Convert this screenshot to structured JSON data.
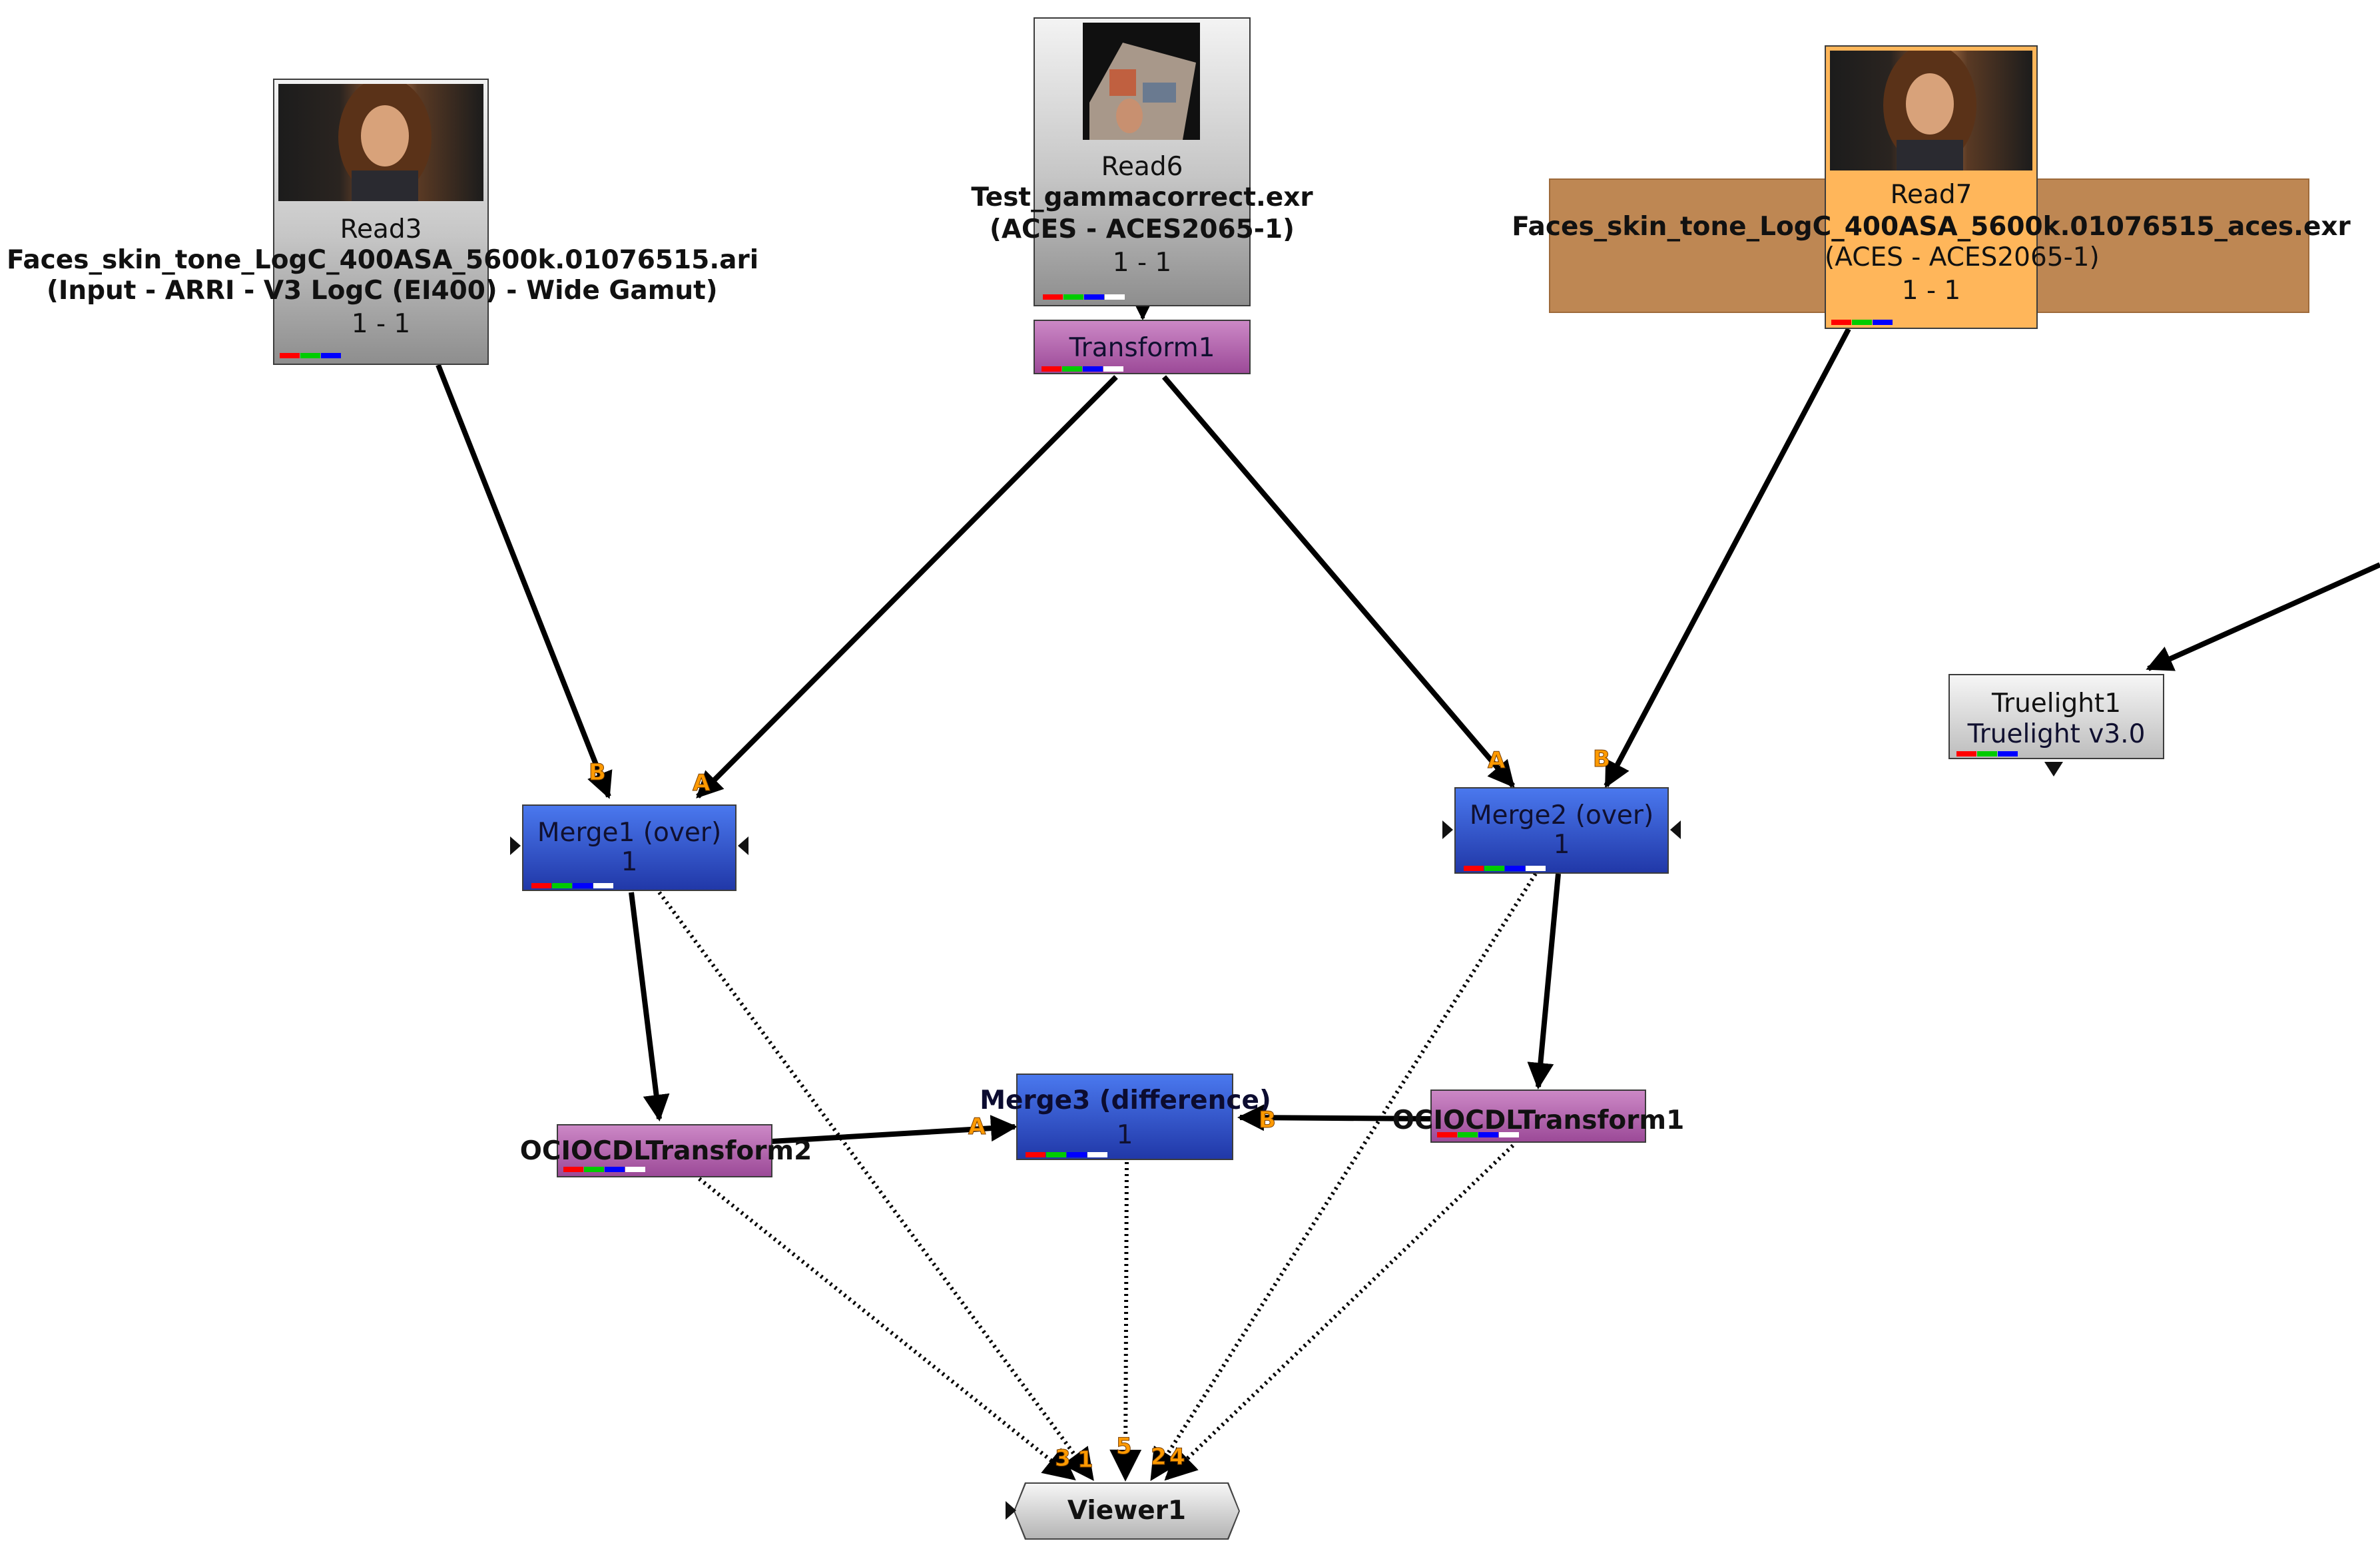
{
  "nodes": {
    "read3": {
      "name": "Read3",
      "file": "Faces_skin_tone_LogC_400ASA_5600k.01076515.ari",
      "colorspace": "(Input - ARRI - V3 LogC (EI400) - Wide Gamut)",
      "range": "1 - 1"
    },
    "read6": {
      "name": "Read6",
      "file": "Test_gammacorrect.exr",
      "colorspace": "(ACES - ACES2065-1)",
      "range": "1 - 1"
    },
    "read7": {
      "name": "Read7",
      "file": "Faces_skin_tone_LogC_400ASA_5600k.01076515_aces.exr",
      "colorspace": "(ACES - ACES2065-1)",
      "range": "1 - 1"
    },
    "transform1": {
      "name": "Transform1"
    },
    "merge1": {
      "name": "Merge1 (over)",
      "frame": "1"
    },
    "merge2": {
      "name": "Merge2 (over)",
      "frame": "1"
    },
    "merge3": {
      "name": "Merge3 (difference)",
      "frame": "1"
    },
    "ociocdl1": {
      "name": "OCIOCDLTransform1"
    },
    "ociocdl2": {
      "name": "OCIOCDLTransform2"
    },
    "truelight1": {
      "name": "Truelight1",
      "subtitle": "Truelight v3.0"
    },
    "viewer1": {
      "name": "Viewer1"
    }
  },
  "ports": {
    "merge1_b": "B",
    "merge1_a": "A",
    "merge2_a": "A",
    "merge2_b": "B",
    "merge3_a": "A",
    "merge3_b": "B",
    "viewer_1": "1",
    "viewer_3": "3",
    "viewer_5": "5",
    "viewer_2": "2",
    "viewer_4": "4"
  },
  "colors": {
    "read_node": "#c6c6c6",
    "transform_node": "#b46bb0",
    "merge_node": "#3454cc",
    "backdrop": "#be8753",
    "selected_node": "#ffb65a",
    "pipe": "#000000"
  },
  "channel_colors": [
    "#ff0000",
    "#00cc00",
    "#0000ff",
    "#ffffff"
  ]
}
